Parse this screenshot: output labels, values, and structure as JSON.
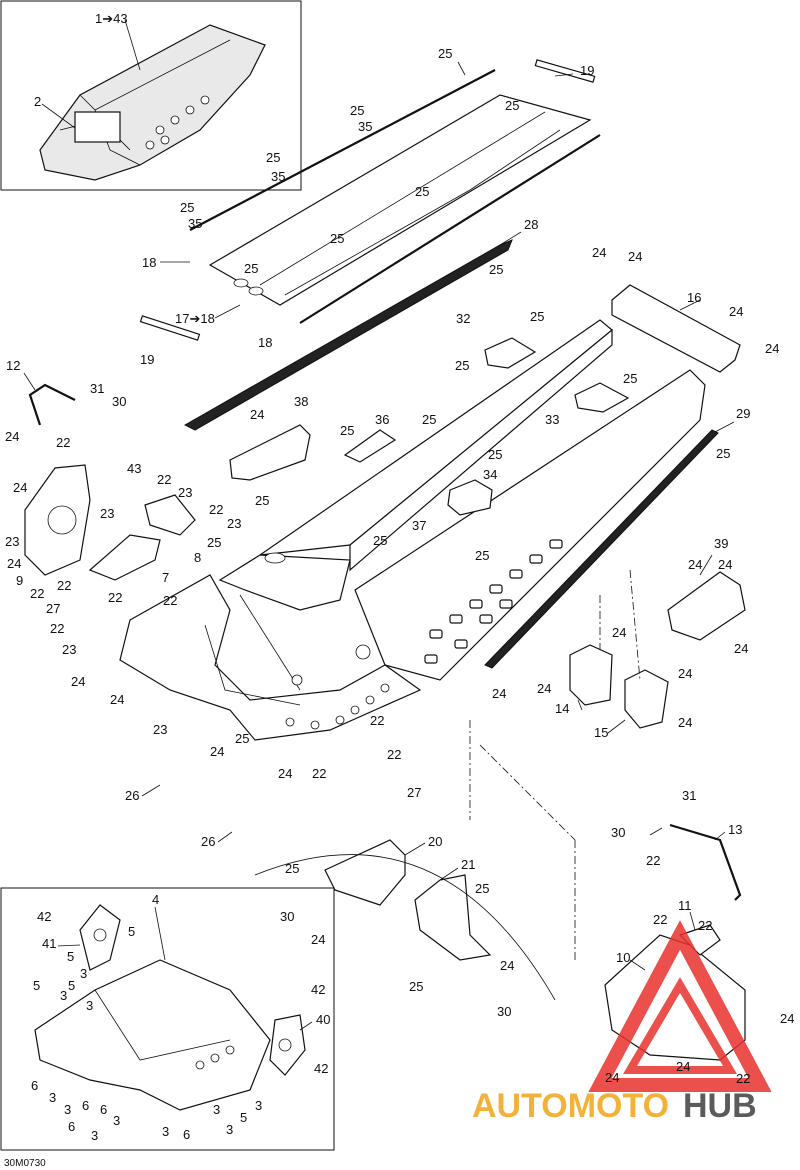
{
  "diagram": {
    "reference_code": "30M0730",
    "watermark": {
      "brand_part1": "AUTOMOTO",
      "brand_part2": "HUB",
      "colors": {
        "orange": "#f2b23a",
        "gray": "#5b5b5b",
        "red": "#e8322d"
      }
    },
    "callouts": {
      "c1_43": "1➔43",
      "c2": "2",
      "c3": "3",
      "c4": "4",
      "c5": "5",
      "c6": "6",
      "c7": "7",
      "c8": "8",
      "c9": "9",
      "c10": "10",
      "c11": "11",
      "c12": "12",
      "c13": "13",
      "c14": "14",
      "c15": "15",
      "c16": "16",
      "c17_18": "17➔18",
      "c18": "18",
      "c19": "19",
      "c20": "20",
      "c21": "21",
      "c22": "22",
      "c23": "23",
      "c24": "24",
      "c25": "25",
      "c26": "26",
      "c27": "27",
      "c28": "28",
      "c29": "29",
      "c30": "30",
      "c31": "31",
      "c32": "32",
      "c33": "33",
      "c34": "34",
      "c35": "35",
      "c36": "36",
      "c37": "37",
      "c38": "38",
      "c39": "39",
      "c40": "40",
      "c41": "41",
      "c42": "42",
      "c43": "43"
    }
  }
}
